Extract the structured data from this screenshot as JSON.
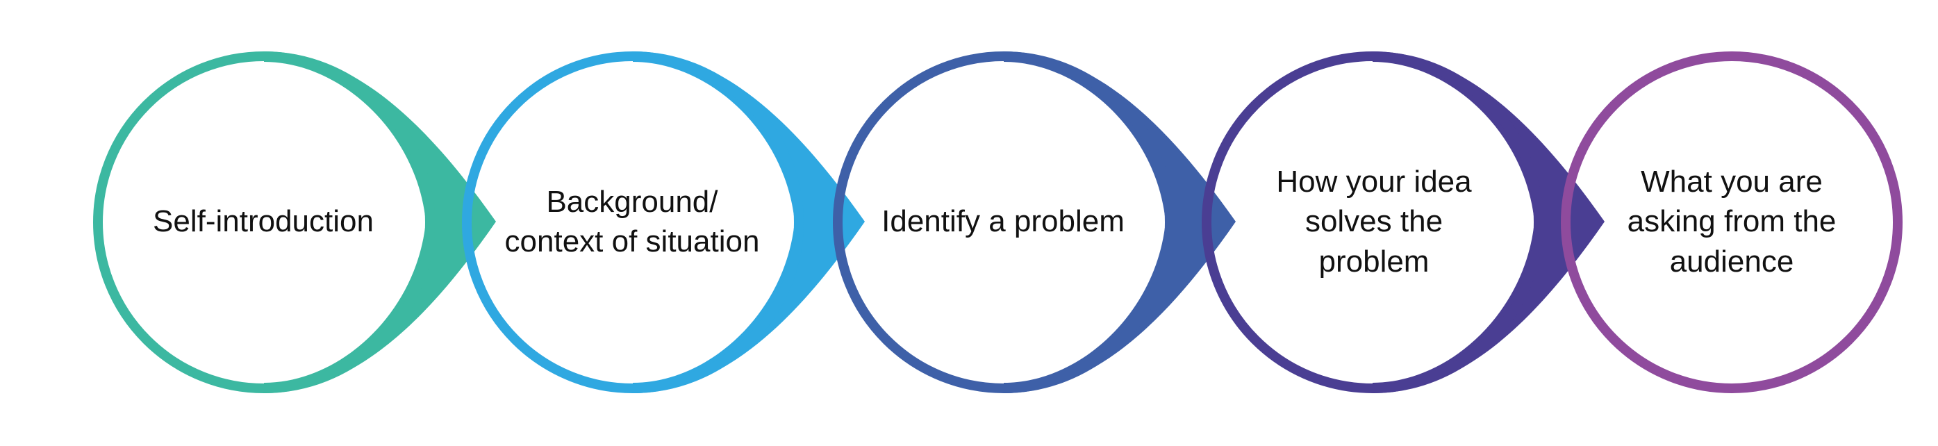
{
  "steps": [
    {
      "label": "Self-introduction",
      "color": "#3cb8a1"
    },
    {
      "label": "Background/\ncontext of situation",
      "color": "#2fa8e1"
    },
    {
      "label": "Identify a problem",
      "color": "#3e60a8"
    },
    {
      "label": "How your idea\nsolves the\nproblem",
      "color": "#4a3e93"
    },
    {
      "label": "What you are\nasking from the\naudience",
      "color": "#8f4b9d"
    }
  ]
}
